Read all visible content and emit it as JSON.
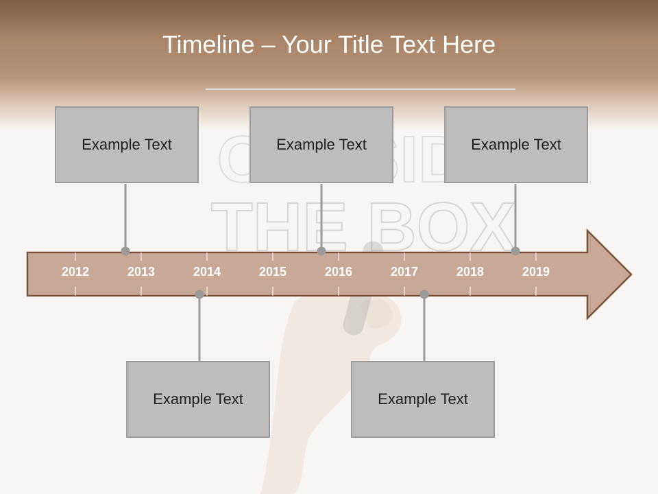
{
  "title": "Timeline – Your Title Text Here",
  "timeline": {
    "years": [
      "2012",
      "2013",
      "2014",
      "2015",
      "2016",
      "2017",
      "2018",
      "2019"
    ],
    "arrow_fill": "#c8a896",
    "arrow_stroke": "#7a5038"
  },
  "callouts": {
    "top_left": "Example Text",
    "top_center": "Example Text",
    "top_right": "Example Text",
    "bottom_left": "Example Text",
    "bottom_right": "Example Text"
  },
  "background_watermark": {
    "line1": "OUTSIDE",
    "line2": "THE BOX"
  },
  "colors": {
    "header": "#a98467",
    "callout_fill": "#bdbdbd",
    "connector": "#9a9a9a"
  }
}
